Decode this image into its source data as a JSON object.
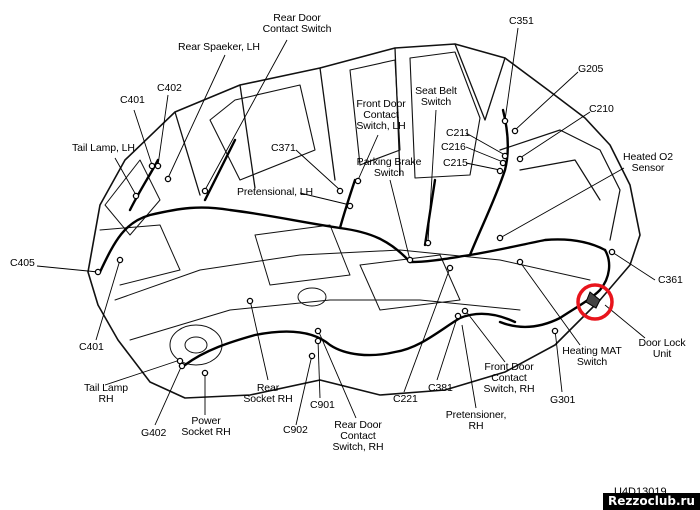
{
  "figure_code": "U4D13019",
  "watermark": "Rezzoclub.ru",
  "highlight_color": "#e8141c",
  "labels": {
    "rear_door_contact_switch_top": "Rear Door\nContact Switch",
    "rear_speaker_lh": "Rear Spaeker, LH",
    "c402_top": "C402",
    "c401_top": "C401",
    "tail_lamp_lh": "Tail Lamp, LH",
    "c371": "C371",
    "pretensional_lh": "Pretensional, LH",
    "front_door_contact_switch_lh": "Front Door\nContact\nSwitch, LH",
    "parking_brake_switch": "Parking Brake\nSwitch",
    "seat_belt_switch": "Seat Belt\nSwitch",
    "c351": "C351",
    "g205": "G205",
    "c210": "C210",
    "c211": "C211",
    "c216": "C216",
    "c215": "C215",
    "heated_o2_sensor": "Heated O2\nSensor",
    "c405": "C405",
    "c361": "C361",
    "door_lock_unit": "Door Lock\nUnit",
    "c401_bottom": "C401",
    "heating_mat_switch": "Heating MAT\nSwitch",
    "tail_lamp_rh": "Tail Lamp\nRH",
    "rear_socket_rh": "Rear\nSocket RH",
    "c221": "C221",
    "c381": "C381",
    "front_door_contact_switch_rh": "Front Door\nContact\nSwitch, RH",
    "g301": "G301",
    "c901": "C901",
    "power_socket_rh": "Power\nSocket RH",
    "g402": "G402",
    "c902": "C902",
    "rear_door_contact_switch_rh": "Rear Door\nContact\nSwitch, RH",
    "pretensioner_rh": "Pretensioner,\nRH"
  }
}
